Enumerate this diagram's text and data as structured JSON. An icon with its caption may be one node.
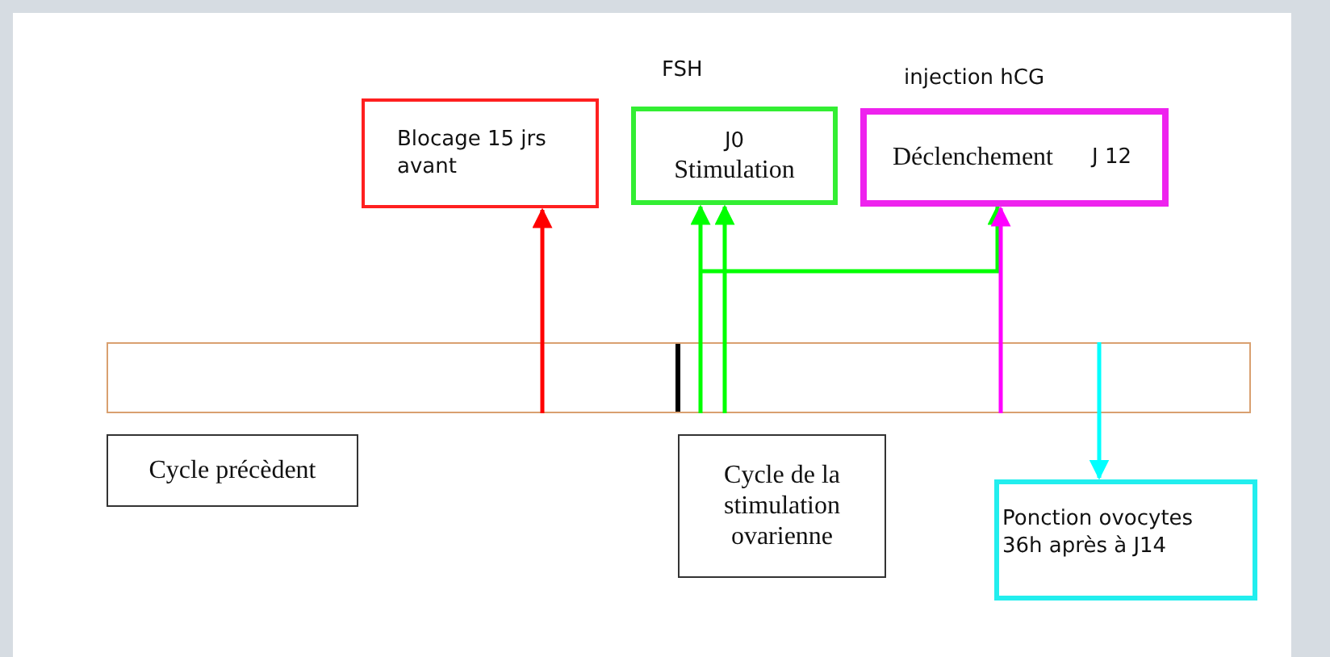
{
  "diagram": {
    "nodes": [
      {
        "text": [
          "Blocage 15 jrs avant"
        ]
      },
      {
        "text": [
          "J0",
          "Stimulation"
        ],
        "beside": [
          "FSH"
        ]
      },
      {
        "text": [
          "Déclenchement",
          "J 12"
        ],
        "beside": [
          "injection hCG"
        ]
      },
      {
        "text": [],
        "shape": "bar"
      },
      {
        "text": [
          "Cycle précèdent"
        ]
      },
      {
        "text": [
          "Cycle de la stimulation ovarienne"
        ]
      },
      {
        "text": [
          "Ponction ovocytes 36h après à J14"
        ]
      }
    ],
    "edges": [
      {
        "from": 3,
        "to": 0,
        "arrow": "to",
        "color": "#ff0000"
      },
      {
        "from": 3,
        "to": 1,
        "arrow": "to",
        "color": "#00ff00"
      },
      {
        "from": 3,
        "to": 1,
        "arrow": "to",
        "color": "#00ff00"
      },
      {
        "from": null,
        "to": 2,
        "arrow": "to",
        "color": "#00ff00"
      },
      {
        "from": 3,
        "to": 2,
        "arrow": "to",
        "color": "#ff00ff"
      },
      {
        "from": 3,
        "to": 6,
        "arrow": "to",
        "color": "#00ffff"
      }
    ]
  }
}
